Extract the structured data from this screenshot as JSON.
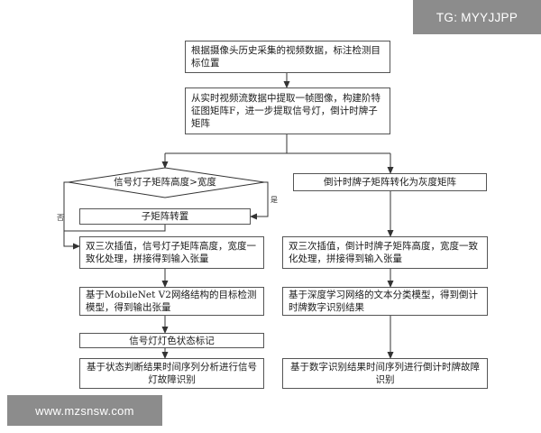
{
  "flowchart": {
    "nodes": {
      "collect": "根据摄像头历史采集的视频数据，标注检测目标位置",
      "extract": "从实时视频流数据中提取一帧图像，构建阶特征图矩阵F，进一步提取信号灯，倒计时牌子矩阵",
      "decision": "信号灯子矩阵高度>宽度",
      "transpose": "子矩阵转置",
      "left_interp": "双三次插值，信号灯子矩阵高度，宽度一致化处理，拼接得到输入张量",
      "left_model": "基于MobileNet V2网络结构的目标检测模型，得到输出张量",
      "left_status": "信号灯灯色状态标记",
      "left_fault": "基于状态判断结果时间序列分析进行信号灯故障识别",
      "right_gray": "倒计时牌子矩阵转化为灰度矩阵",
      "right_interp": "双三次插值，倒计时牌子矩阵高度，宽度一致化处理，拼接得到输入张量",
      "right_model": "基于深度学习网络的文本分类模型，得到倒计时牌数字识别结果",
      "right_fault": "基于数字识别结果时间序列进行倒计时牌故障识别"
    },
    "edge_labels": {
      "no": "否",
      "yes": "是"
    }
  },
  "watermarks": {
    "top_right": "TG: MYYJJPP",
    "bottom_left": "www.mzsnsw.com"
  }
}
